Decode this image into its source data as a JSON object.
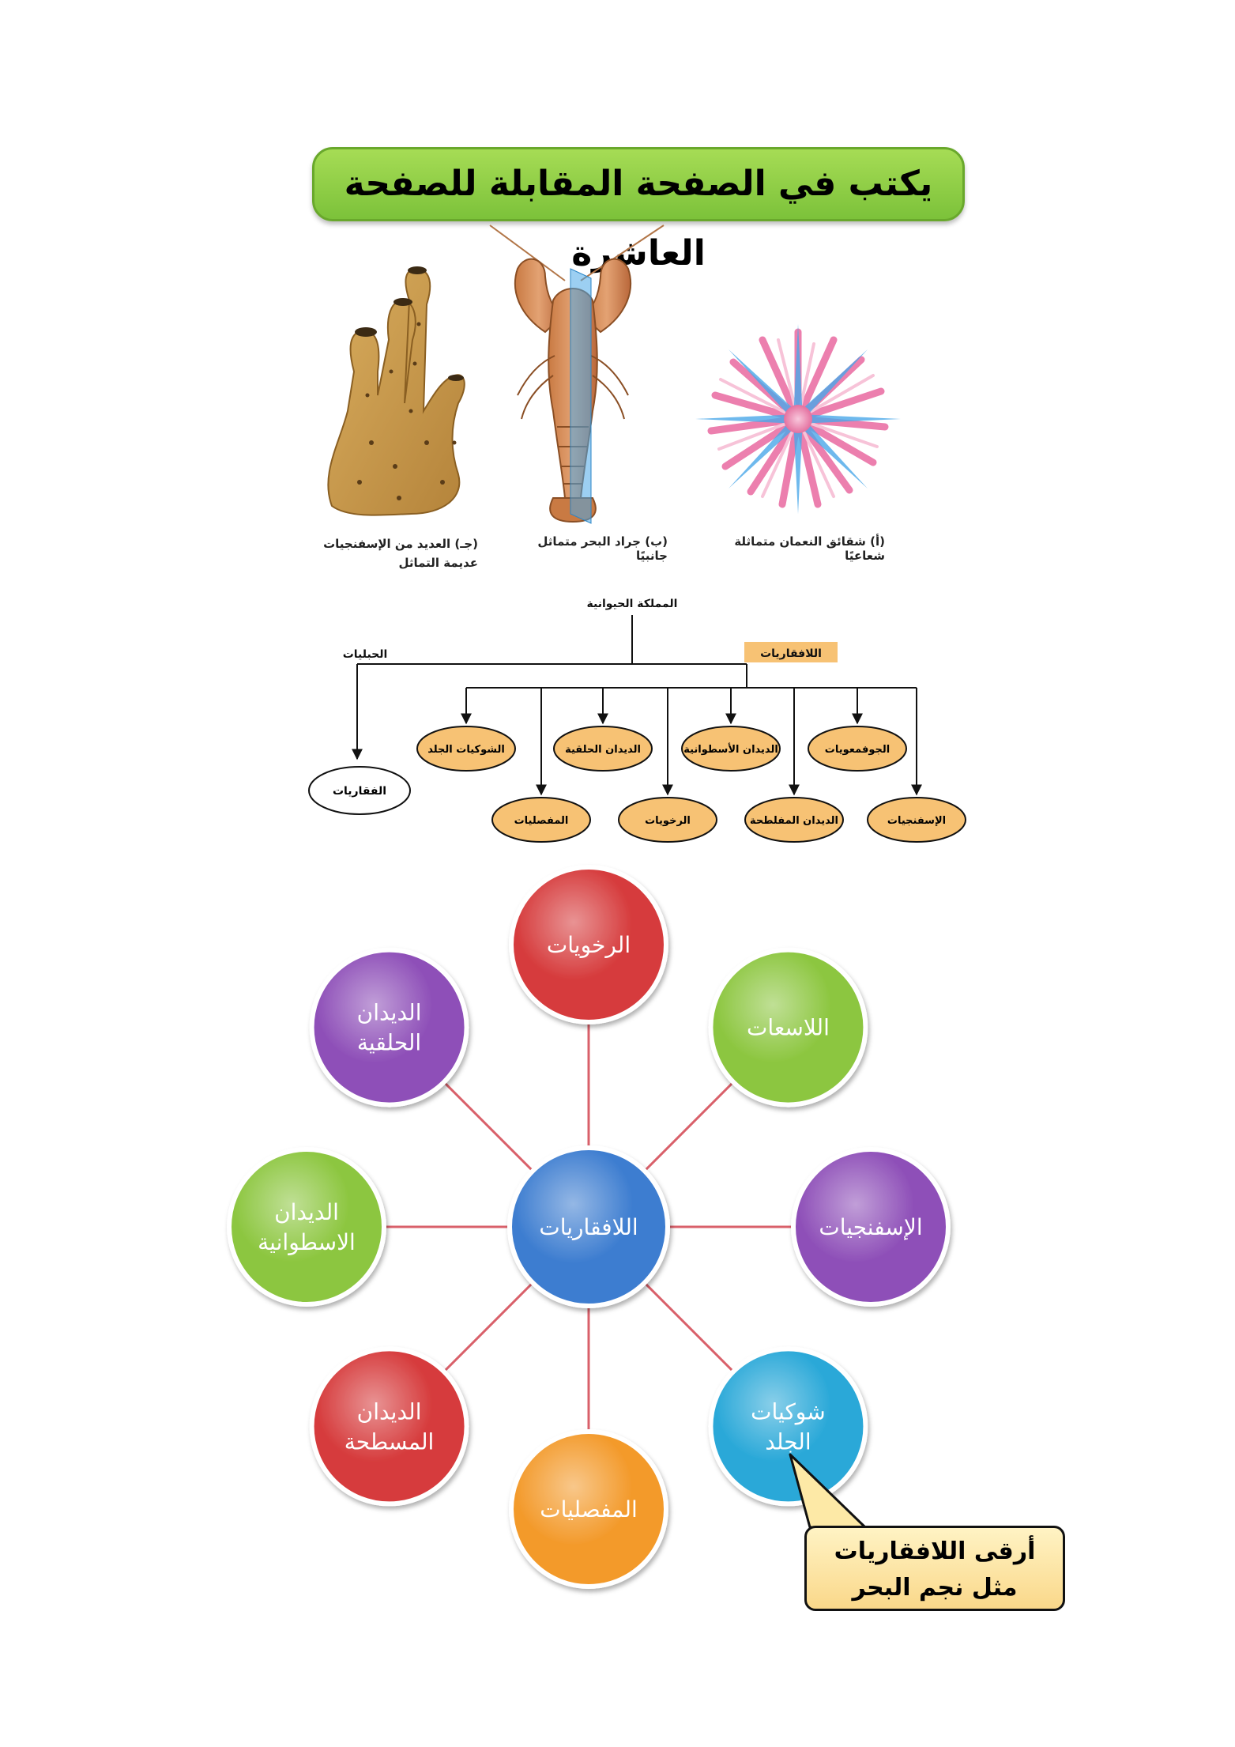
{
  "header": {
    "title": "يكتب في الصفحة المقابلة للصفحة العاشرة"
  },
  "figures": {
    "captions": [
      "(أ) شقائق النعمان متماثلة شعاعيًا",
      "(ب) جراد البحر متماثل جانبيًا",
      "(جـ) العديد من الإسفنجيات عديمة التماثل"
    ]
  },
  "tree": {
    "root": "المملكة الحيوانية",
    "chordates": "الحبليات",
    "invertebrates": "اللافقاريات",
    "vertebrates": "الفقاريات",
    "upper_row": [
      "الجوفمعويات",
      "الديدان الأسطوانية",
      "الديدان الحلقية",
      "الشوكيات الجلد"
    ],
    "lower_row": [
      "الإسفنجيات",
      "الديدان المفلطحة",
      "الرخويات",
      "المفصليات"
    ]
  },
  "mindmap": {
    "center": "اللافقاريات",
    "nodes": [
      {
        "label": "الرخويات",
        "color": "#d63b3c"
      },
      {
        "label": "اللاسعات",
        "color": "#8cc63f"
      },
      {
        "label": "الإسفنجيات",
        "color": "#8e4fb8"
      },
      {
        "label": "شوكيات الجلد",
        "color": "#29a8d8"
      },
      {
        "label": "المفصليات",
        "color": "#f39a2b"
      },
      {
        "label": "الديدان المسطحة",
        "color": "#d63b3c"
      },
      {
        "label": "الديدان الاسطوانية",
        "color": "#8cc63f"
      },
      {
        "label": "الديدان الحلقية",
        "color": "#8e4fb8"
      }
    ],
    "center_color": "#3d7dd0",
    "link_color": "#d9606a"
  },
  "callout": {
    "line1": "أرقى اللافقاريات",
    "line2": "مثل نجم البحر"
  }
}
